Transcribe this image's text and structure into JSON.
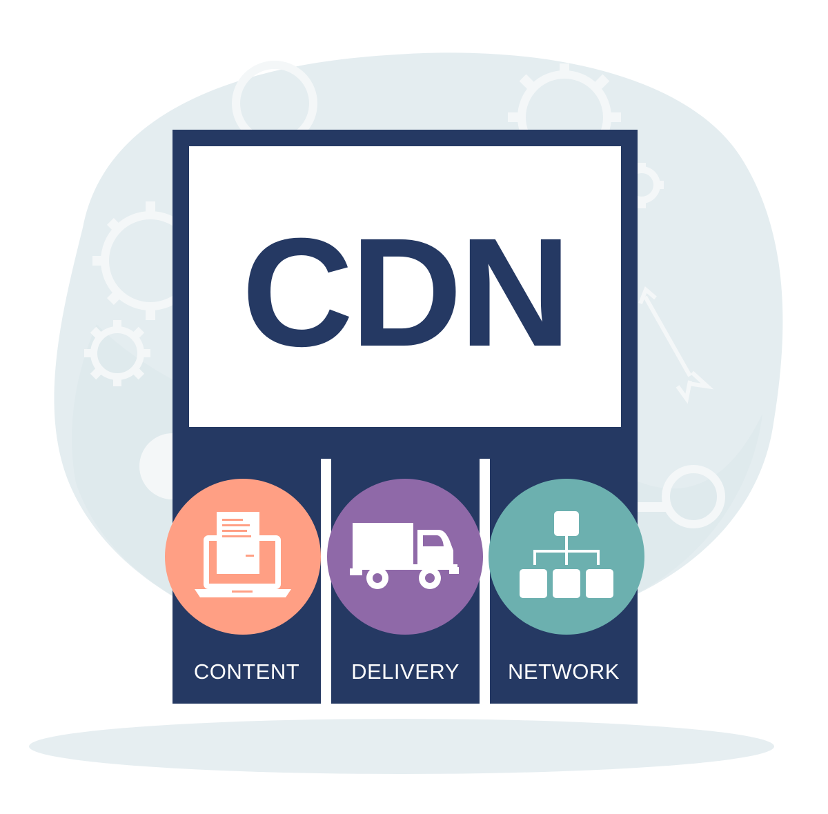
{
  "title": "CDN",
  "pillars": [
    {
      "label": "CONTENT",
      "icon": "laptop-document-icon",
      "color": "#ff9f84"
    },
    {
      "label": "DELIVERY",
      "icon": "delivery-truck-icon",
      "color": "#8f69a8"
    },
    {
      "label": "NETWORK",
      "icon": "network-hierarchy-icon",
      "color": "#6cb0af"
    }
  ],
  "colors": {
    "navy": "#253963",
    "backdrop_blob": "#e4edf0",
    "backdrop_ring": "#f2f6f7",
    "background": "#ffffff"
  }
}
